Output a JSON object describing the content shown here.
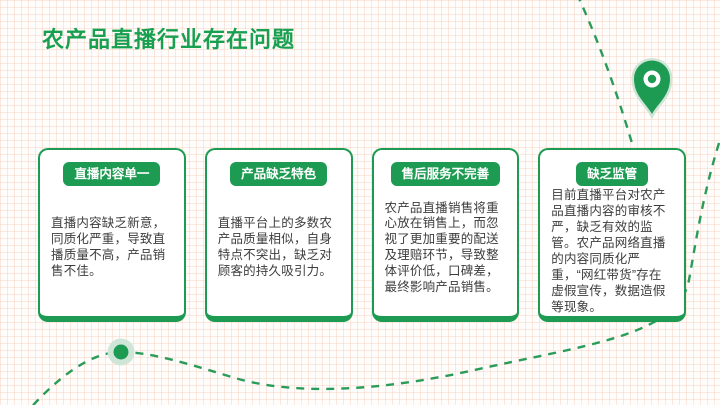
{
  "slide": {
    "title": "农产品直播行业存在问题",
    "cards": [
      {
        "badge": "直播内容单一",
        "body": "直播内容缺乏新意，同质化严重，导致直播质量不高，产品销售不佳。"
      },
      {
        "badge": "产品缺乏特色",
        "body": "直播平台上的多数农产品质量相似，自身特点不突出，缺乏对顾客的持久吸引力。"
      },
      {
        "badge": "售后服务不完善",
        "body": "农产品直播销售将重心放在销售上，而忽视了更加重要的配送及理赔环节，导致整体评价低，口碑差，最终影响产品销售。"
      },
      {
        "badge": "缺乏监管",
        "body": "目前直播平台对农产品直播内容的审核不严，缺乏有效的监管。农产品网络直播的内容同质化严重，“网红带货”存在虚假宣传，数据造假等现象。"
      }
    ],
    "colors": {
      "accent_green": "#1e9b53",
      "title_green": "#18a050",
      "halo_green": "#cfe5d8",
      "dash_green": "#2a9c59",
      "grid_pink": "#f2beaa",
      "body_text": "#3c3c3c",
      "card_bg": "#ffffff"
    },
    "decor": {
      "pin_icon": "map-pin",
      "node_icon": "circle-node",
      "curves": "dashed-decorative-curves"
    }
  }
}
